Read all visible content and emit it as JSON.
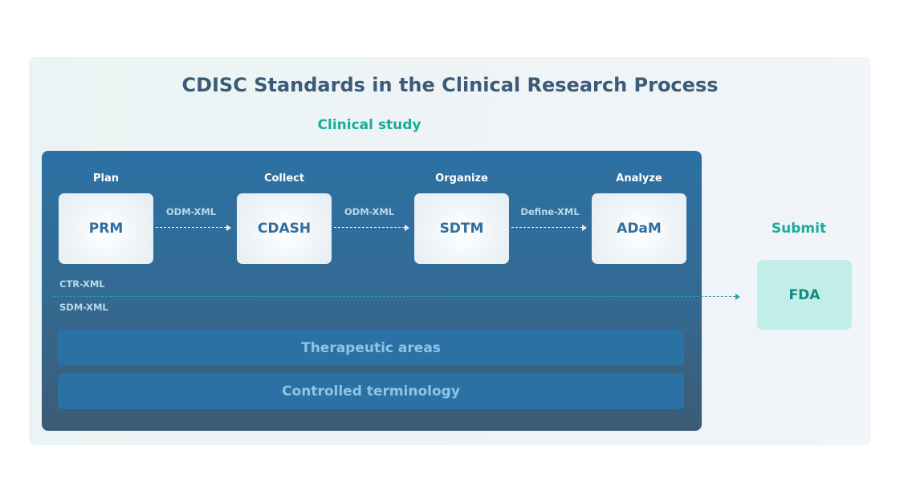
{
  "title": "CDISC Standards in the Clinical Research Process",
  "clinical_study_label": "Clinical study",
  "stages": [
    {
      "label": "Plan",
      "standard": "PRM"
    },
    {
      "label": "Collect",
      "standard": "CDASH"
    },
    {
      "label": "Organize",
      "standard": "SDTM"
    },
    {
      "label": "Analyze",
      "standard": "ADaM"
    }
  ],
  "transfers": [
    "ODM-XML",
    "ODM-XML",
    "Define-XML"
  ],
  "side_labels": {
    "top": "CTR-XML",
    "bottom": "SDM-XML"
  },
  "bars": [
    "Therapeutic areas",
    "Controlled terminology"
  ],
  "submit": {
    "label": "Submit",
    "target": "FDA"
  },
  "colors": {
    "accent_teal": "#1aab9b",
    "panel_blue": "#2c71a4",
    "title": "#3b5b79",
    "fda_box": "#c2eee9"
  }
}
